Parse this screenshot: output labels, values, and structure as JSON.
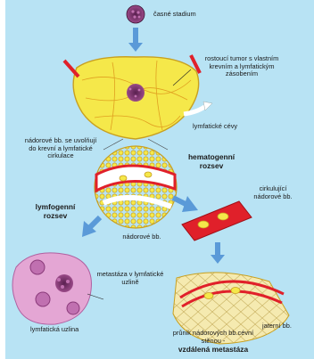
{
  "labels": {
    "early_stage": "časné stadium",
    "growing_tumor": "rostoucí tumor s vlastním krevním a lymfatickým zásobením",
    "lymph_vessels": "lymfatické cévy",
    "released_cells": "nádorové bb. se uvolňují do krevní a lymfatické cirkulace",
    "hematogenous": "hematogenní rozsev",
    "circulating_cells": "cirkulující nádorové bb.",
    "lymphogenous": "lymfogenní rozsev",
    "tumor_cells": "nádorové bb.",
    "lymph_node_metastasis": "metastáza v lymfatické uzlině",
    "lymph_node": "lymfatická uzlina",
    "liver_cells": "jaterní bb.",
    "penetration": "průnik nádorových bb.cévní stěnou -",
    "distant_metastasis": "vzdálená metastáza"
  },
  "colors": {
    "background": "#b8e3f4",
    "tissue_yellow": "#f5e84a",
    "tissue_outline": "#c8a020",
    "tumor_purple": "#7a3a6a",
    "vessel_red": "#e0202a",
    "arrow_blue": "#5a9ad8",
    "node_pink": "#d890c8",
    "liver_tan": "#f5eab0"
  }
}
